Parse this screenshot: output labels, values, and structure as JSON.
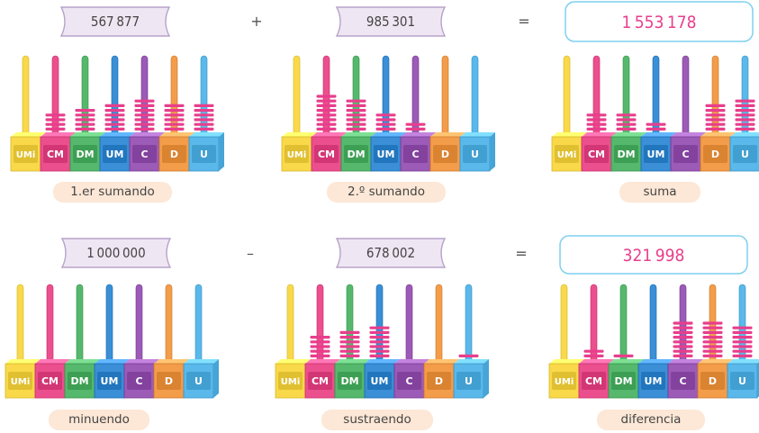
{
  "colors": {
    "UMi": "#f9d94a",
    "CM": "#ec4f8e",
    "DM": "#56b86c",
    "UM": "#3a8fd6",
    "C": "#9b5bb6",
    "D": "#f39c4a",
    "U": "#5ab8ea",
    "bead": "#e83e8c",
    "result_text": "#e83e8c",
    "result_border": "#7fd0f0",
    "caption_bg": "#fde7d6",
    "banner_fill": "#efe6f3",
    "banner_border": "#b7a3c9"
  },
  "place_labels": [
    "UMi",
    "CM",
    "DM",
    "UM",
    "C",
    "D",
    "U"
  ],
  "rows": [
    {
      "operator": "+",
      "equals": "=",
      "terms": [
        {
          "value": "567877",
          "caption": "1.er sumando",
          "digits": [
            0,
            5,
            6,
            7,
            8,
            7,
            7
          ]
        },
        {
          "value": "985301",
          "caption": "2.º sumando",
          "digits": [
            0,
            9,
            8,
            5,
            3,
            0,
            1
          ]
        },
        {
          "value": "1553178",
          "caption": "suma",
          "digits": [
            1,
            5,
            5,
            3,
            1,
            7,
            8
          ]
        }
      ]
    },
    {
      "operator": "–",
      "equals": "=",
      "terms": [
        {
          "value": "1000000",
          "caption": "minuendo",
          "digits": [
            1,
            0,
            0,
            0,
            0,
            0,
            0
          ]
        },
        {
          "value": "678002",
          "caption": "sustraendo",
          "digits": [
            0,
            6,
            7,
            8,
            0,
            0,
            2
          ]
        },
        {
          "value": "321998",
          "caption": "diferencia",
          "digits": [
            0,
            3,
            2,
            1,
            9,
            9,
            8
          ]
        }
      ]
    }
  ]
}
